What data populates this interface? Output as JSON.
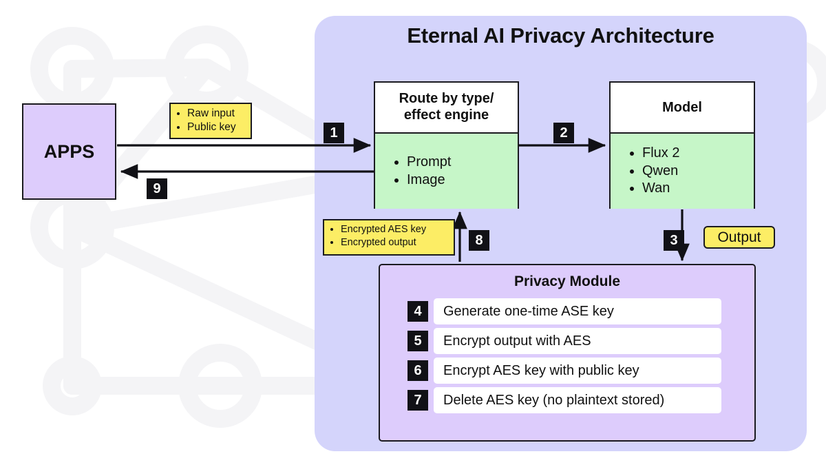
{
  "diagram": {
    "title": "Eternal AI Privacy Architecture",
    "apps": {
      "label": "APPS"
    },
    "route_box": {
      "title_line1": "Route by type/",
      "title_line2": "effect engine",
      "items": [
        "Prompt",
        "Image"
      ]
    },
    "model_box": {
      "title": "Model",
      "items": [
        "Flux 2",
        "Qwen",
        "Wan"
      ]
    },
    "input_callout": {
      "items": [
        "Raw input",
        "Public key"
      ]
    },
    "encrypted_callout": {
      "items": [
        "Encrypted AES key",
        "Encrypted output"
      ]
    },
    "output_label": "Output",
    "privacy_module": {
      "title": "Privacy Module",
      "steps": [
        {
          "number": "4",
          "text": "Generate one-time ASE key"
        },
        {
          "number": "5",
          "text": "Encrypt output with AES"
        },
        {
          "number": "6",
          "text": "Encrypt AES key with public key"
        },
        {
          "number": "7",
          "text": "Delete AES key (no plaintext stored)"
        }
      ]
    },
    "flow_badges": {
      "step1": "1",
      "step2": "2",
      "step3": "3",
      "step8": "8",
      "step9": "9"
    },
    "colors": {
      "panel": "#d4d4fb",
      "lavender_box": "#ddccfc",
      "mint": "#c6f6c8",
      "yellow": "#fced65",
      "ink": "#111116",
      "watermark": "#f4f4f6"
    }
  }
}
